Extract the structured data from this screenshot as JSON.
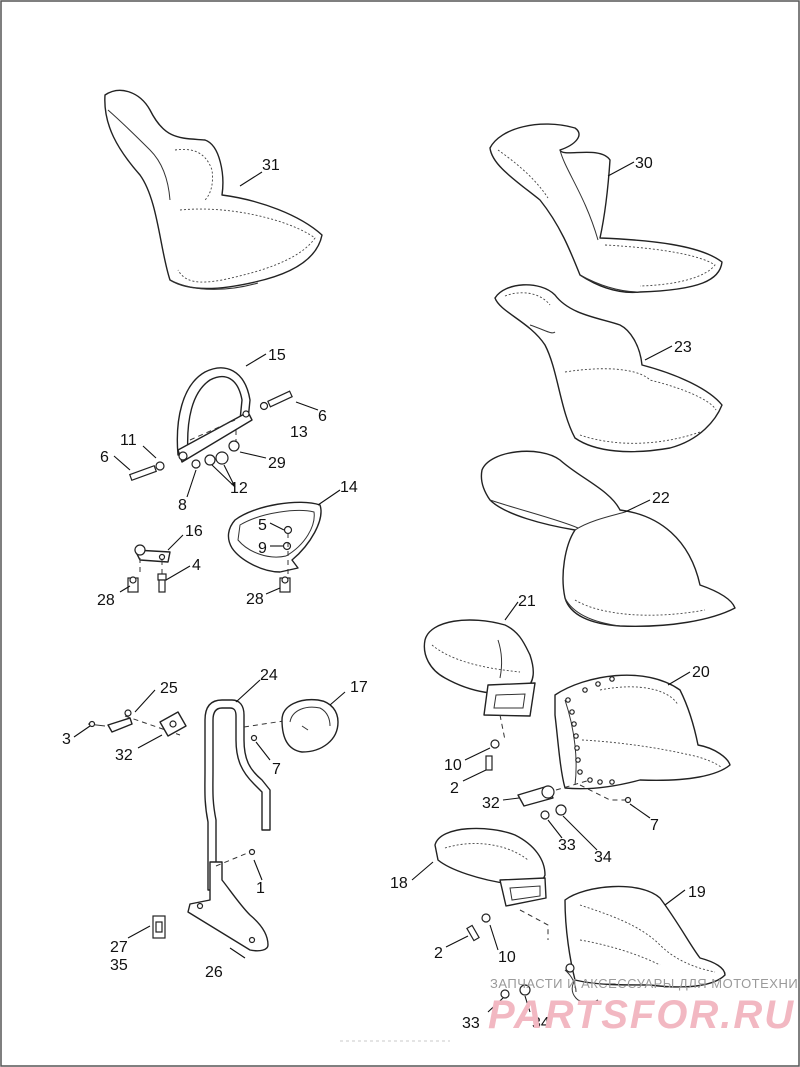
{
  "callouts": {
    "c31": "31",
    "c30": "30",
    "c23": "23",
    "c22": "22",
    "c21": "21",
    "c20": "20",
    "c19": "19",
    "c18": "18",
    "c15": "15",
    "c6a": "6",
    "c13": "13",
    "c11": "11",
    "c6b": "6",
    "c29": "29",
    "c8": "8",
    "c12": "12",
    "c14": "14",
    "c16": "16",
    "c5": "5",
    "c9": "9",
    "c4": "4",
    "c28a": "28",
    "c28b": "28",
    "c25": "25",
    "c24": "24",
    "c17": "17",
    "c3": "3",
    "c32a": "32",
    "c7a": "7",
    "c1": "1",
    "c27": "27",
    "c35": "35",
    "c26": "26",
    "c10a": "10",
    "c2a": "2",
    "c32b": "32",
    "c7b": "7",
    "c33a": "33",
    "c34a": "34",
    "c2b": "2",
    "c10b": "10",
    "c33b": "33",
    "c34b": "34"
  },
  "watermark": {
    "tagline": "ЗАПЧАСТИ И АКСЕССУАРЫ ДЛЯ МОТОТЕХНИКИ",
    "brand": "PARTSFOR.RU"
  }
}
